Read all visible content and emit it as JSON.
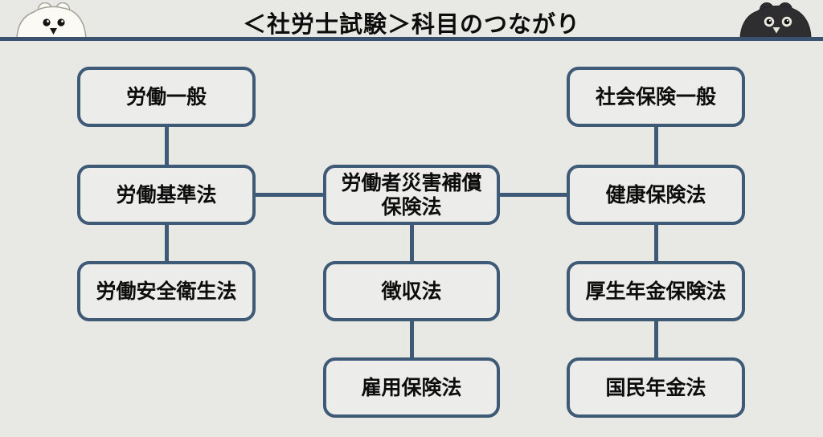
{
  "title": "＜社労士試験＞科目のつながり",
  "colors": {
    "background": "#e8e8e5",
    "box_fill": "#ececea",
    "box_border": "#3e5a76",
    "connector": "#3e5a76",
    "header_line": "#3a5270",
    "text": "#0d0d0d",
    "mascot_left_body": "#fbfaf4",
    "mascot_right_body": "#2e2e30"
  },
  "mascots": {
    "left": "white-hamster-mascot",
    "right": "black-hamster-mascot"
  },
  "boxes": [
    {
      "id": "roudou-ippan",
      "label": "労働一般"
    },
    {
      "id": "roudou-kijunhou",
      "label": "労働基準法"
    },
    {
      "id": "roudou-anzen-eiseihou",
      "label": "労働安全衛生法"
    },
    {
      "id": "rousai-hokenhou",
      "label": "労働者災害補償保険法",
      "label_lines": [
        "労働者災害補償",
        "保険法"
      ]
    },
    {
      "id": "choushuuhou",
      "label": "徴収法"
    },
    {
      "id": "koyou-hokenhou",
      "label": "雇用保険法"
    },
    {
      "id": "shakai-hoken-ippan",
      "label": "社会保険一般"
    },
    {
      "id": "kenkou-hokenhou",
      "label": "健康保険法"
    },
    {
      "id": "kousei-nenkin-hokenhou",
      "label": "厚生年金保険法"
    },
    {
      "id": "kokumin-nenkinhou",
      "label": "国民年金法"
    }
  ],
  "chart_data": {
    "type": "table",
    "title": "＜社労士試験＞科目のつながり",
    "connections": [
      {
        "from": "労働一般",
        "to": "労働基準法"
      },
      {
        "from": "労働基準法",
        "to": "労働安全衛生法"
      },
      {
        "from": "労働基準法",
        "to": "労働者災害補償保険法"
      },
      {
        "from": "労働者災害補償保険法",
        "to": "健康保険法"
      },
      {
        "from": "労働者災害補償保険法",
        "to": "徴収法"
      },
      {
        "from": "徴収法",
        "to": "雇用保険法"
      },
      {
        "from": "社会保険一般",
        "to": "健康保険法"
      },
      {
        "from": "健康保険法",
        "to": "厚生年金保険法"
      },
      {
        "from": "厚生年金保険法",
        "to": "国民年金法"
      }
    ]
  }
}
